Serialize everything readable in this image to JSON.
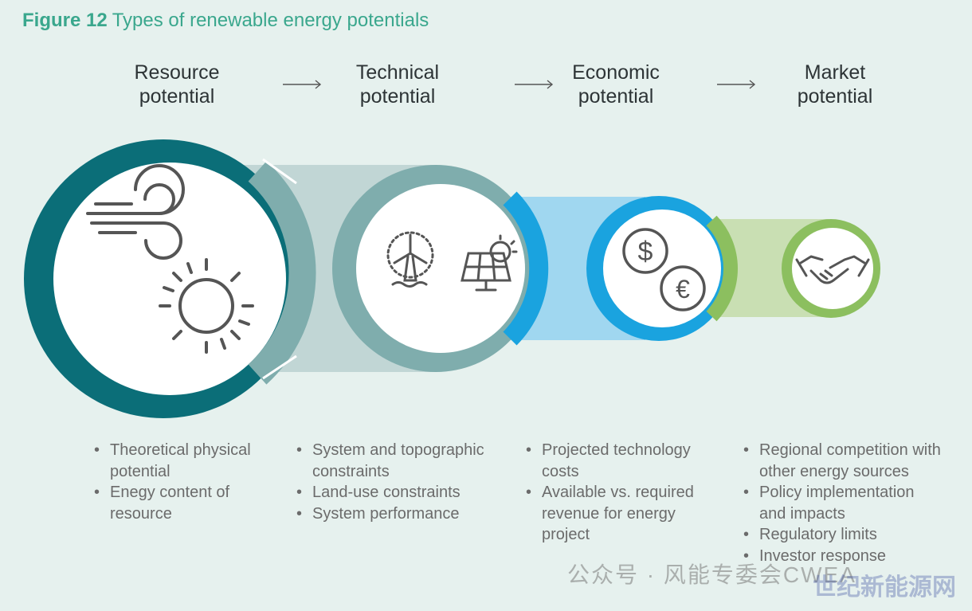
{
  "figure": {
    "label": "Figure 12",
    "title": "Types of renewable energy potentials"
  },
  "stages": [
    {
      "heading": [
        "Resource",
        "potential"
      ],
      "color": "#0b6e78",
      "icons": [
        "wind-icon",
        "sun-icon"
      ],
      "bullets": [
        "Theoretical physical potential",
        "Enegy content of resource"
      ]
    },
    {
      "heading": [
        "Technical",
        "potential"
      ],
      "color": "#7fadad",
      "icons": [
        "wind-turbine-icon",
        "solar-panel-icon"
      ],
      "bullets": [
        "System and topographic constraints",
        "Land-use constraints",
        "System performance"
      ]
    },
    {
      "heading": [
        "Economic",
        "potential"
      ],
      "color": "#1aa3df",
      "icons": [
        "dollar-coin-icon",
        "euro-coin-icon"
      ],
      "bullets": [
        "Projected technology costs",
        "Available vs. required revenue for energy project"
      ]
    },
    {
      "heading": [
        "Market",
        "potential"
      ],
      "color": "#8cbf5f",
      "icons": [
        "handshake-icon"
      ],
      "bullets": [
        "Regional competition with other energy sources",
        "Policy implementation and impacts",
        "Regulatory limits",
        "Investor response"
      ]
    }
  ],
  "watermark": {
    "text": "公众号 · 风能专委会CWEA",
    "logo": "世纪新能源网"
  }
}
